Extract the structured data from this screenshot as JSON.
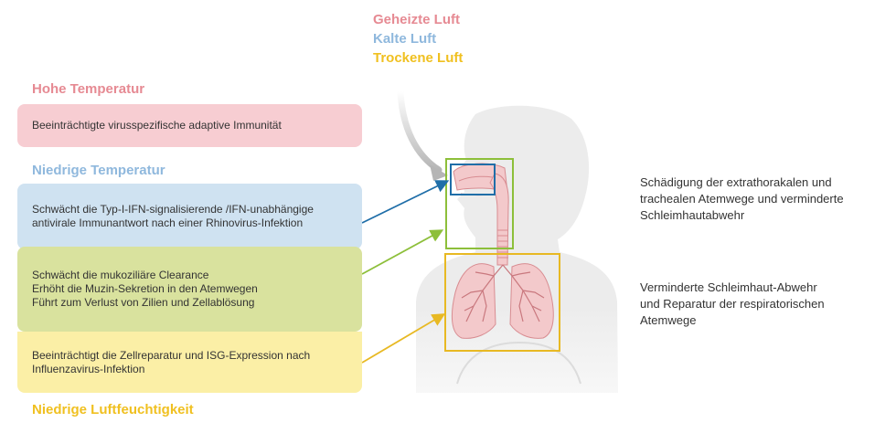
{
  "colors": {
    "heated": "#E68A93",
    "cold": "#8FB8DD",
    "dry": "#F0C020",
    "box_pink": "#F7CDD2",
    "box_blue": "#CFE2F1",
    "box_green": "#D9E29E",
    "box_yellow": "#FBEFA6",
    "frame_blue": "#1F6EA8",
    "frame_green": "#8DBF3A",
    "frame_yellow": "#E8B923",
    "silhouette": "#ECECEC",
    "organ": "#F3C9CB",
    "organ_line": "#D88C91"
  },
  "legend": {
    "heated_air": "Geheizte Luft",
    "cold_air": "Kalte Luft",
    "dry_air": "Trockene Luft"
  },
  "sections": {
    "high_temp": {
      "title": "Hohe Temperatur",
      "lines": [
        "Beeinträchtigte virusspezifische adaptive Immunität"
      ]
    },
    "low_temp": {
      "title": "Niedrige Temperatur",
      "lines": [
        "Schwächt die Typ-I-IFN-signalisierende /IFN-unabhängige",
        "antivirale Immunantwort nach einer Rhinovirus-Infektion"
      ]
    },
    "mucociliary": {
      "lines": [
        "Schwächt die mukoziliäre Clearance",
        "Erhöht die Muzin-Sekretion in den Atemwegen",
        "Führt zum Verlust von Zilien und Zellablösung"
      ]
    },
    "low_humidity": {
      "title": "Niedrige Luftfeuchtigkeit",
      "lines": [
        "Beeinträchtigt die Zellreparatur und ISG-Expression nach",
        "Influenzavirus-Infektion"
      ]
    }
  },
  "effects": {
    "upper": {
      "lines": [
        "Schädigung der extrathorakalen und",
        "trachealen Atemwege und verminderte",
        "Schleimhautabwehr"
      ]
    },
    "lower": {
      "lines": [
        "Verminderte Schleimhaut-Abwehr",
        "und Reparatur der respiratorischen",
        "Atemwege"
      ]
    }
  }
}
